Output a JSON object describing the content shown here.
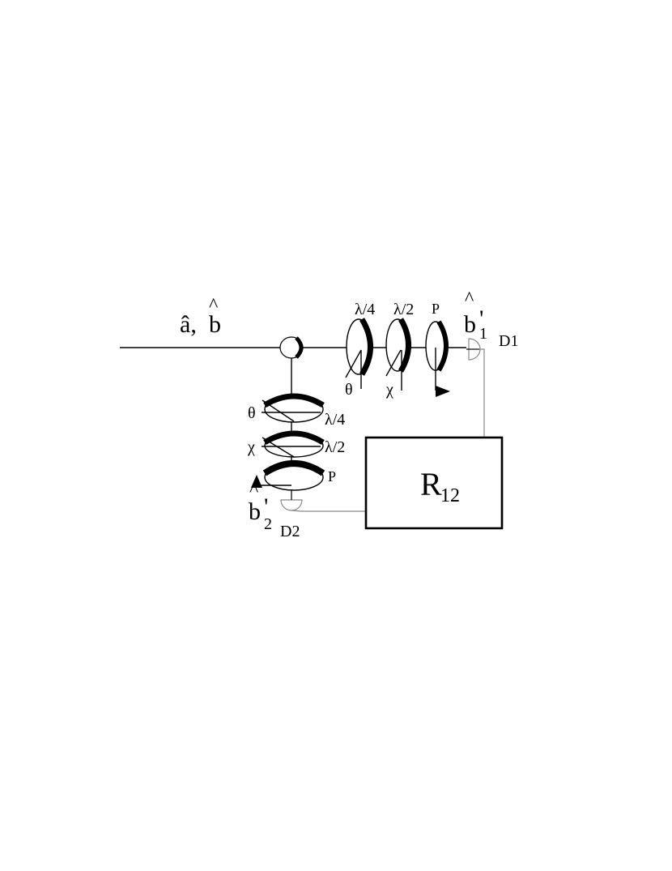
{
  "input_label_a": "â,",
  "input_label_b": "b",
  "input_label_hat": "^",
  "arm1": {
    "quarter_wave_label": "λ/4",
    "half_wave_label": "λ/2",
    "polarizer_label": "P",
    "theta_label": "θ",
    "chi_label": "χ",
    "output_label": "b",
    "output_prime": "'",
    "output_sub": "1",
    "output_hat": "^",
    "detector_label": "D1"
  },
  "arm2": {
    "quarter_wave_label": "λ/4",
    "half_wave_label": "λ/2",
    "polarizer_label": "P",
    "theta_label": "θ",
    "chi_label": "χ",
    "output_label": "b",
    "output_prime": "'",
    "output_sub": "2",
    "output_hat": "^",
    "detector_label": "D2"
  },
  "correlator": {
    "label": "R",
    "sub": "12"
  }
}
